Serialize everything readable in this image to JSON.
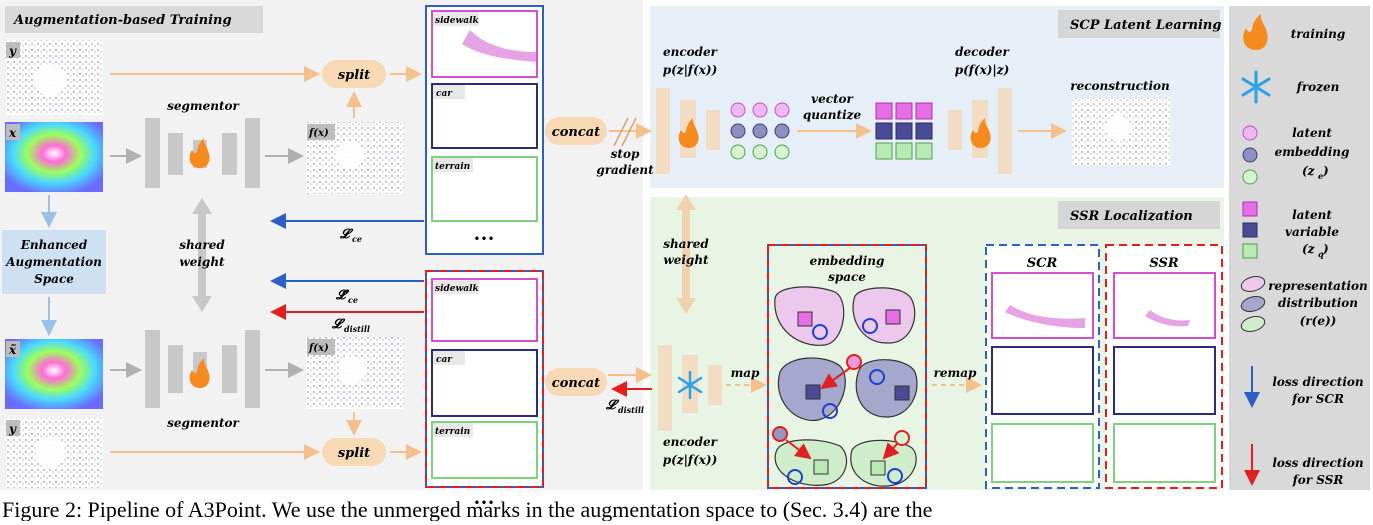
{
  "panels": {
    "aug_title": "Augmentation-based Training",
    "scp_title": "SCP Latent Learning",
    "ssr_title": "SSR Localization"
  },
  "left": {
    "y_label": "y",
    "x_label": "x",
    "x_tilde_label": "x̃",
    "y_bottom_label": "y",
    "enhanced_line1": "Enhanced",
    "enhanced_line2": "Augmentation",
    "enhanced_line3": "Space",
    "segmentor_top": "segmentor",
    "segmentor_bottom": "segmentor",
    "shared_weight_1": "shared",
    "shared_weight_2": "weight",
    "fx_top": "f(x)",
    "fx_bottom": "f(x)",
    "split_top": "split",
    "split_bottom": "split",
    "loss_ce": "𝓛",
    "loss_ce_sub": "ce",
    "loss_ce_tilde": "𝓛̃",
    "loss_ce_tilde_sub": "ce",
    "loss_distill": "𝓛",
    "loss_distill_sub": "distill"
  },
  "classes": {
    "top": [
      "sidewalk",
      "car",
      "terrain"
    ],
    "bottom": [
      "sidewalk",
      "car",
      "terrain"
    ],
    "more": "•••"
  },
  "scp": {
    "concat": "concat",
    "stop_gradient_1": "stop",
    "stop_gradient_2": "gradient",
    "encoder_label": "encoder",
    "encoder_formula": "p(z|f(x))",
    "vq_1": "vector",
    "vq_2": "quantize",
    "decoder_label": "decoder",
    "decoder_formula": "p(f(x)|z)",
    "reconstruction": "reconstruction"
  },
  "ssr": {
    "concat": "concat",
    "shared_1": "shared",
    "shared_2": "weight",
    "map": "map",
    "encoder_label": "encoder",
    "encoder_formula": "p(z|f(x))",
    "loss_distill": "𝓛",
    "loss_distill_sub": "distill",
    "embedding_1": "embedding",
    "embedding_2": "space",
    "remap": "remap",
    "scr_title": "SCR",
    "ssr_title": "SSR"
  },
  "legend": {
    "training": "training",
    "frozen": "frozen",
    "latent_embedding_1": "latent",
    "latent_embedding_2": "embedding",
    "latent_embedding_3": "(z",
    "latent_embedding_sub": "e",
    "latent_variable_1": "latent",
    "latent_variable_2": "variable",
    "latent_variable_3": "(z",
    "latent_variable_sub": "q",
    "repr_1": "representation",
    "repr_2": "distribution",
    "repr_3": "(r(e))",
    "loss_scr_1": "loss direction",
    "loss_scr_2": "for SCR",
    "loss_ssr_1": "loss direction",
    "loss_ssr_2": "for SSR"
  },
  "caption": "Figure 2: Pipeline of A3Point. We use the unmerged marks in the augmentation space to (Sec. 3.4) are the",
  "colors": {
    "magenta": "#d24fcf",
    "navy": "#2c2c7a",
    "green": "#7fd17f",
    "blue_arrow": "#2d5fc9",
    "red_arrow": "#e02020",
    "orange_arrow": "#f4c08c",
    "gray_arrow": "#b0b0b0"
  }
}
